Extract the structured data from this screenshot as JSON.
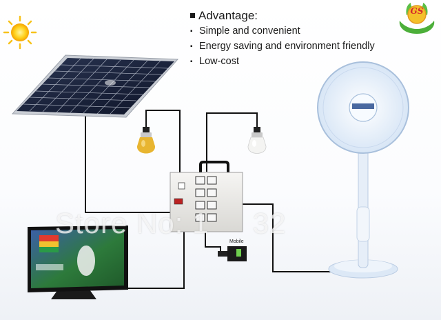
{
  "advantage": {
    "title": "Advantage:",
    "items": [
      "Simple and convenient",
      "Energy saving and environment friendly",
      "Low-cost"
    ]
  },
  "mobile_label": "Mobile",
  "logo": {
    "text": "GS",
    "color": "#d4282c"
  },
  "watermark": "Store No: 1     32",
  "icons": [
    "sun-icon",
    "solar-panel",
    "light-bulb-yellow",
    "light-bulb-white",
    "solar-generator-box",
    "mobile-charger-icon",
    "television",
    "electric-fan",
    "gs-logo"
  ],
  "colors": {
    "panel": "#141c36",
    "wire": "#111111",
    "box": "#ecebea",
    "bulb_yellow": "#e8b530",
    "accent": "#d4282c"
  }
}
